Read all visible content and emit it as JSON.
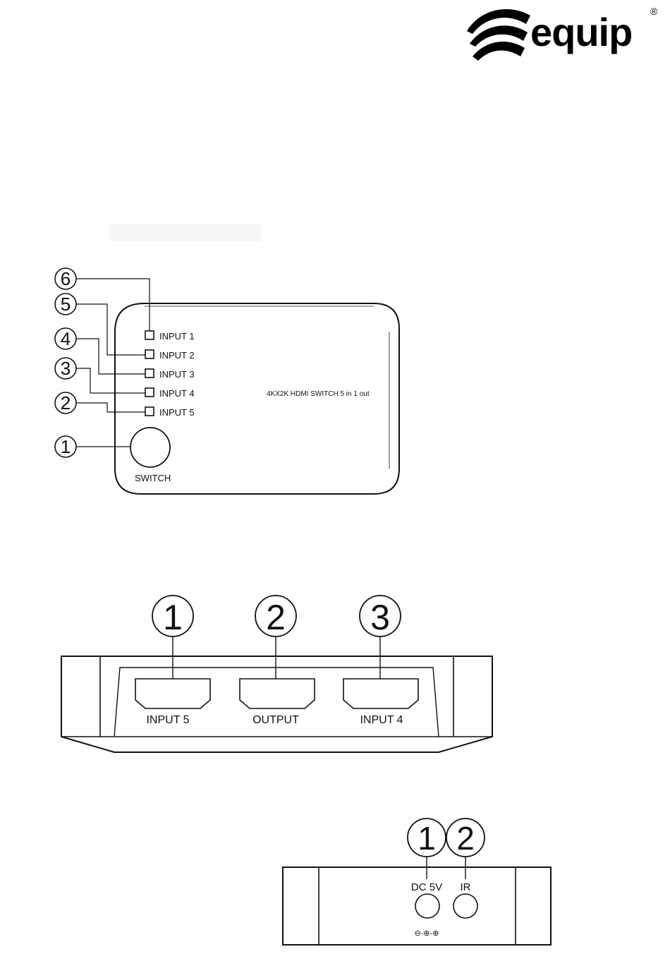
{
  "brand": {
    "name": "equip",
    "registered": "®"
  },
  "top_view": {
    "callouts": [
      "6",
      "5",
      "4",
      "3",
      "2",
      "1"
    ],
    "leds": [
      "INPUT 1",
      "INPUT 2",
      "INPUT 3",
      "INPUT 4",
      "INPUT 5"
    ],
    "switch_label": "SWITCH",
    "product_label": "4KX2K HDMI SWITCH  5 in 1 out"
  },
  "front_view": {
    "callouts": [
      "1",
      "2",
      "3"
    ],
    "ports": [
      "INPUT 5",
      "OUTPUT",
      "INPUT 4"
    ]
  },
  "rear_view": {
    "callouts": [
      "1",
      "2"
    ],
    "ports": [
      "DC 5V",
      "IR"
    ],
    "polarity": "⊖-⊕-⊕"
  }
}
